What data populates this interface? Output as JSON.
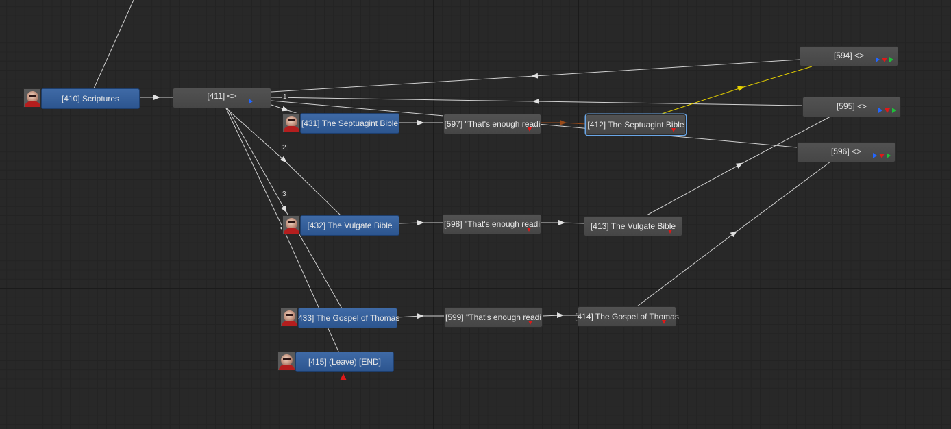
{
  "nodes": {
    "n410": "[410] Scriptures",
    "n411": "[411] <>",
    "n431": "[431] The Septuagint Bible",
    "n432": "[432] The Vulgate Bible",
    "n433": "[433] The Gospel of Thomas",
    "n415": "[415] (Leave) [END]",
    "n597": "[597] \"That's enough readi",
    "n598": "[598] \"That's enough readi",
    "n599": "[599] \"That's enough readi",
    "n412": "[412] The Septuagint Bible",
    "n413": "[413] The Vulgate Bible",
    "n414": "[414] The Gospel of Thomas",
    "n594": "[594] <>",
    "n595": "[595] <>",
    "n596": "[596] <>"
  },
  "badges": {
    "b1": "1",
    "b2": "2",
    "b3": "3"
  },
  "colors": {
    "canvas": "#282828",
    "dialogue_node": "#3a6299",
    "router_node": "#4b4b4b",
    "wire": "#d9d9d9",
    "wire_selected": "#e6d100",
    "wire_pending": "#9a4a18",
    "end_marker": "#e01919"
  },
  "icons": {
    "speaker": "npc-portrait-icon",
    "pin_blue": "blue-output-pin-icon",
    "pin_red": "red-pin-icon",
    "pin_green": "green-output-pin-icon",
    "end": "end-marker-icon"
  }
}
